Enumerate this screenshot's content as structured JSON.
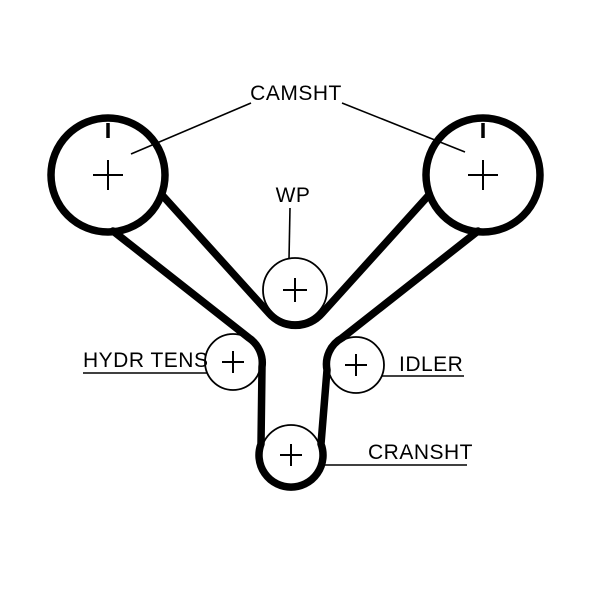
{
  "diagram": {
    "background_color": "#ffffff",
    "line_color": "#000000",
    "labels": {
      "camshaft": "CAMSHT",
      "water_pump": "WP",
      "hydraulic_tensioner": "HYDR TENS",
      "idler": "IDLER",
      "crankshaft": "CRANSHT"
    }
  }
}
